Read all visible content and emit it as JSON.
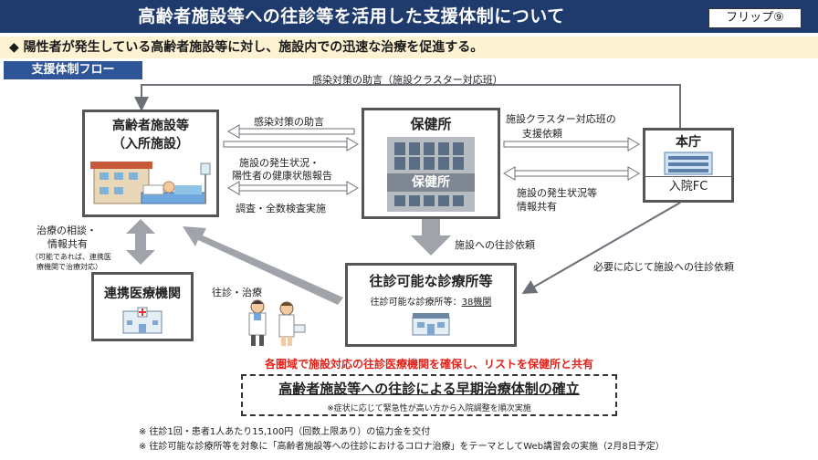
{
  "header": {
    "title": "高齢者施設等への往診等を活用した支援体制について",
    "flip_label": "フリップ⑨"
  },
  "headline": "◆ 陽性者が発生している高齢者施設等に対し、施設内での迅速な治療を促進する。",
  "flow_label": "支援体制フロー",
  "top_loop_label": "感染対策の助言（施設クラスター対応班）",
  "nodes": {
    "facility": {
      "title_line1": "高齢者施設等",
      "title_line2": "（入所施設）"
    },
    "health_center": {
      "title": "保健所",
      "sign": "保健所"
    },
    "hq": {
      "title": "本庁",
      "sub": "入院FC"
    },
    "partner": {
      "title": "連携医療機関"
    },
    "clinic": {
      "title": "往診可能な診療所等",
      "sub_prefix": "往診可能な診療所等：",
      "sub_count": "38機関"
    }
  },
  "arrows": {
    "advice": "感染対策の助言",
    "report_line1": "施設の発生状況・",
    "report_line2": "陽性者の健康状態報告",
    "testing": "調査・全数検査実施",
    "team_req_line1": "施設クラスター対応班の",
    "team_req_line2": "支援依頼",
    "share_line1": "施設の発生状況等",
    "share_line2": "情報共有",
    "visit_req": "施設への往診依頼",
    "as_needed": "必要に応じて施設への往診依頼",
    "consult_line1": "治療の相談・",
    "consult_line2": "情報共有",
    "consult_note1": "（可能であれば、連携医",
    "consult_note2": "療機関で治療対応）",
    "visit_treat": "往診・治療"
  },
  "red_note": "各圏域で施設対応の往診医療機関を確保し、リストを保健所と共有",
  "conclusion": {
    "title": "高齢者施設等への往診による早期治療体制の確立",
    "note": "※症状に応じて緊急性が高い方から入院調整を順次実施"
  },
  "footnotes": [
    "※ 往診1回・患者1人あたり15,100円（回数上限あり）の協力金を交付",
    "※ 往診可能な診療所等を対象に「高齢者施設等への往診におけるコロナ治療」をテーマとしてWeb講習会の実施（2月8日予定）"
  ],
  "colors": {
    "title_bg": "#1f3b6e",
    "headline_bg": "#fdf3d3",
    "flow_label_bg": "#2e5597",
    "arrow_gray": "#a0a4aa",
    "red_note": "#e0231a"
  }
}
